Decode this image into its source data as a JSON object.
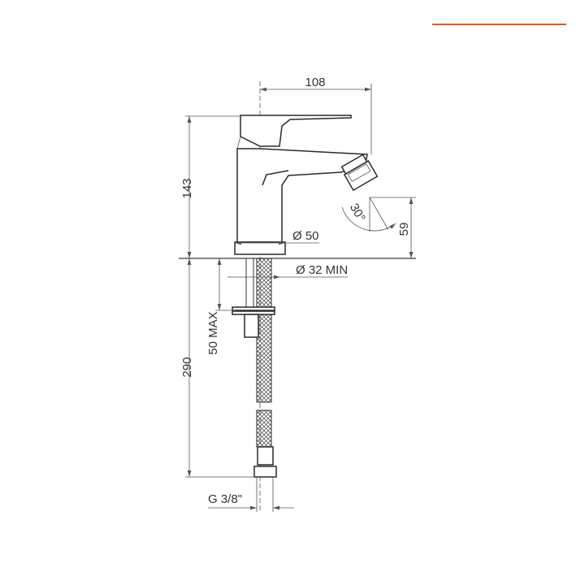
{
  "accent_color": "#e8561e",
  "line_color": "#3a3a3a",
  "dimensions": {
    "width_top": "108",
    "height_body": "143",
    "spout_height": "59",
    "spout_angle": "30°",
    "base_diameter": "Ø 50",
    "hole_diameter": "Ø 32  MIN",
    "max_thickness": "50 MAX",
    "hose_length": "290",
    "connection": "G  3/8\""
  }
}
